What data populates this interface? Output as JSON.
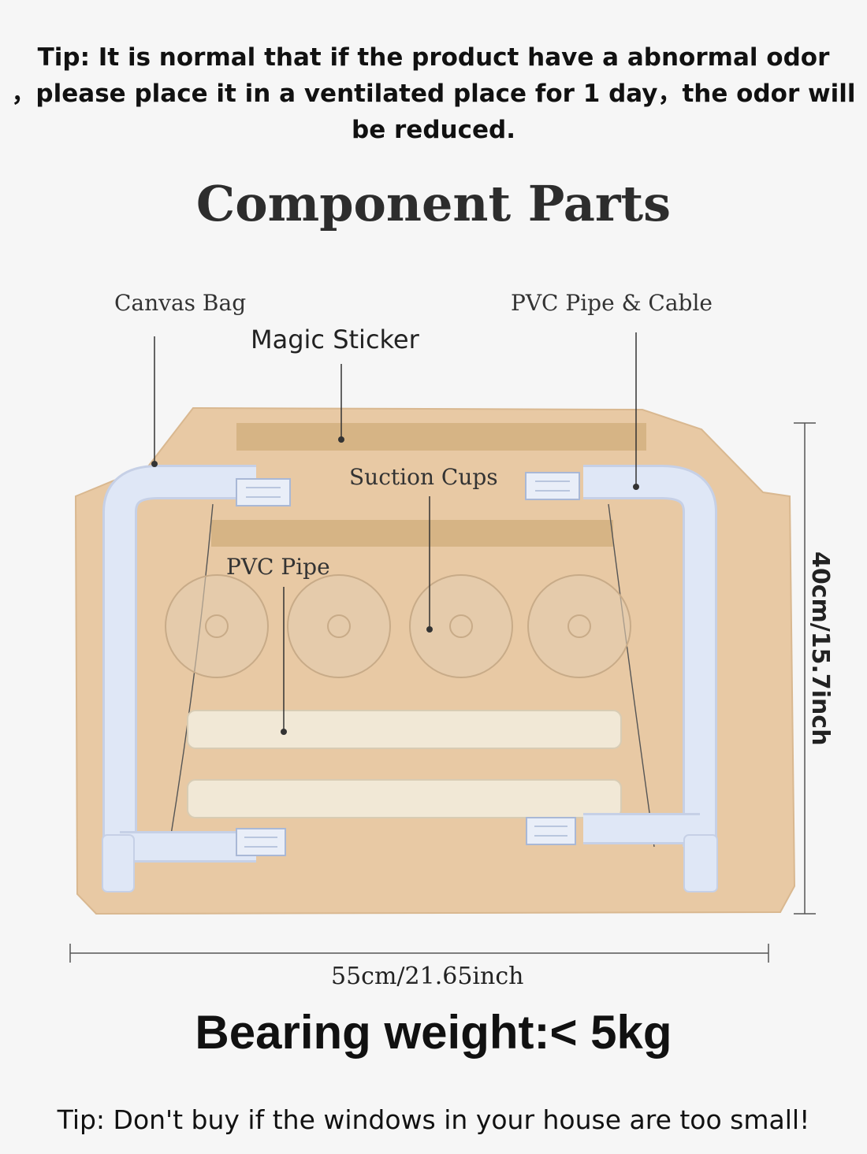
{
  "tip_top": "Tip:  It is normal that if the product have a abnormal  odor\n，please place it in a ventilated place for 1 day，the odor will\nbe reduced.",
  "title": "Component Parts",
  "labels": {
    "canvas_bag": "Canvas Bag",
    "magic_sticker": "Magic Sticker",
    "pvc_pipe_cable": "PVC Pipe & Cable",
    "suction_cups": "Suction Cups",
    "pvc_pipe": "PVC Pipe"
  },
  "dimensions": {
    "height": "40cm/15.7inch",
    "width": "55cm/21.65inch"
  },
  "bearing_weight": "Bearing weight:< 5kg",
  "tip_bottom": "Tip: Don't buy if the windows in your house are too small!",
  "colors": {
    "canvas": "#e8c9a4",
    "sticker": "#d6b485",
    "pipe": "#dfe7f6",
    "rod": "#f1e8d6"
  }
}
